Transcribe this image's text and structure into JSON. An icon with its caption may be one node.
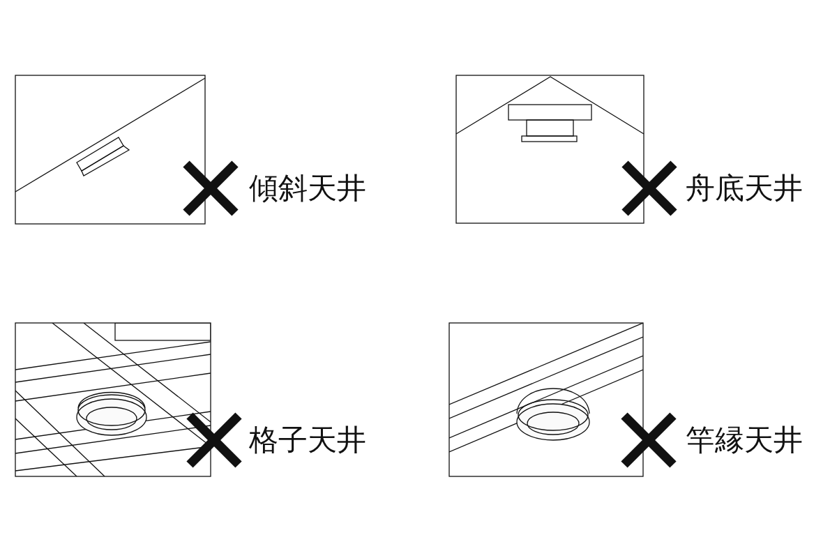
{
  "diagram": {
    "labels": [
      "傾斜天井",
      "舟底天井",
      "格子天井",
      "竿縁天井"
    ]
  }
}
